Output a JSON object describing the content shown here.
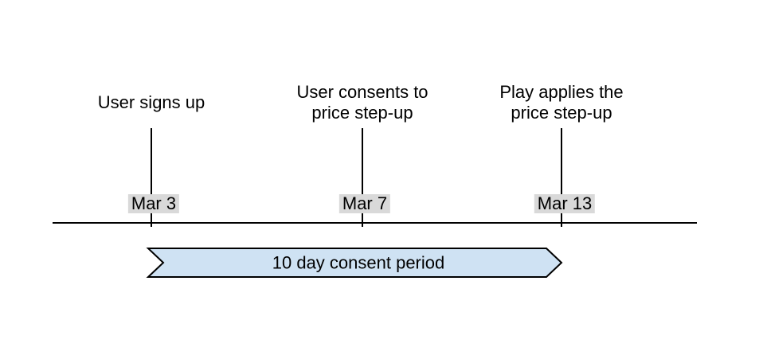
{
  "colors": {
    "background": "#ffffff",
    "line": "#000000",
    "text": "#000000",
    "date_chip_bg": "#d9d9d9",
    "period_fill": "#cfe2f3",
    "period_border": "#000000"
  },
  "timeline": {
    "events": [
      {
        "lines": [
          "User signs up"
        ],
        "date": "Mar 3"
      },
      {
        "lines": [
          "User consents to",
          "price step-up"
        ],
        "date": "Mar 7"
      },
      {
        "lines": [
          "Play applies the",
          "price step-up"
        ],
        "date": "Mar 13"
      }
    ],
    "period": {
      "label": "10 day consent period"
    }
  }
}
